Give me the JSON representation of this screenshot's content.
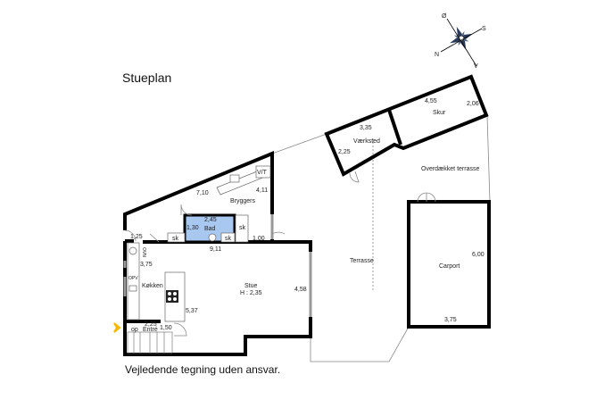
{
  "title": "Stueplan",
  "footer": "Vejledende tegning uden ansvar.",
  "compass": {
    "n": "N",
    "s": "S",
    "v": "V",
    "o": "Ø"
  },
  "colors": {
    "bath": "#a8c8f0",
    "entry_arrow": "#f5b800"
  },
  "rooms": {
    "bryggers": {
      "name": "Bryggers",
      "dims": [
        "7,10",
        "4,11",
        "1,00"
      ]
    },
    "vt": "V/T",
    "bad": {
      "name": "Bad",
      "dims": [
        "2,45",
        "1,30"
      ]
    },
    "sk": [
      "sk",
      "sk",
      "sk"
    ],
    "hall": {
      "dim": "1,25"
    },
    "stue": {
      "name": "Stue",
      "height": "H : 2,35",
      "dims": [
        "9,11",
        "4,58"
      ]
    },
    "kokken": {
      "name": "Køkken",
      "dims": [
        "3,75",
        "5,37"
      ],
      "opv": "OPV",
      "ovn": "OVN"
    },
    "entre": {
      "name": "Entré",
      "dims": [
        "2,25",
        "1,50"
      ],
      "stairs": "op"
    },
    "terrasse": "Terrasse",
    "overdaekket": "Overdækket terrasse",
    "carport": {
      "name": "Carport",
      "dims": [
        "6,00",
        "3,75"
      ]
    },
    "vaerksted": {
      "name": "Værksted",
      "dims": [
        "3,35",
        "2,25"
      ]
    },
    "skur": {
      "name": "Skur",
      "dims": [
        "4,55",
        "2,06"
      ]
    }
  }
}
